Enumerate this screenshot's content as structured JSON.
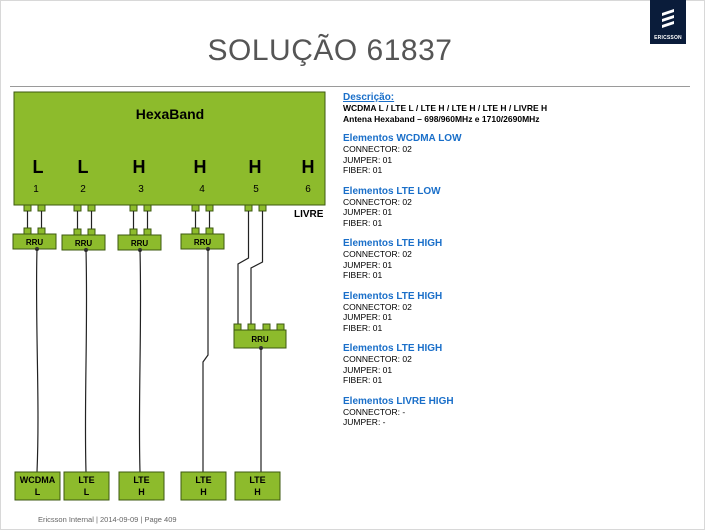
{
  "title": "SOLUÇÃO 61837",
  "logo": {
    "text": "ERICSSON"
  },
  "antenna": {
    "name": "HexaBand",
    "ports": [
      {
        "band": "L",
        "number": "1"
      },
      {
        "band": "L",
        "number": "2"
      },
      {
        "band": "H",
        "number": "3"
      },
      {
        "band": "H",
        "number": "4"
      },
      {
        "band": "H",
        "number": "5"
      },
      {
        "band": "H",
        "number": "6"
      }
    ],
    "free_label": "LIVRE"
  },
  "rru_label": "RRU",
  "bottom_units": [
    {
      "line1": "WCDMA",
      "line2": "L"
    },
    {
      "line1": "LTE",
      "line2": "L"
    },
    {
      "line1": "LTE",
      "line2": "H"
    },
    {
      "line1": "LTE",
      "line2": "H"
    },
    {
      "line1": "LTE",
      "line2": "H"
    }
  ],
  "description": {
    "heading": "Descrição:",
    "lines": [
      "WCDMA L / LTE L / LTE H / LTE H / LTE H / LIVRE H",
      "Antena Hexaband – 698/960MHz  e  1710/2690MHz"
    ]
  },
  "sections": [
    {
      "heading": "Elementos WCDMA LOW",
      "lines": [
        "CONNECTOR: 02",
        "JUMPER: 01",
        "FIBER: 01"
      ]
    },
    {
      "heading": "Elementos LTE LOW",
      "lines": [
        "CONNECTOR: 02",
        "JUMPER: 01",
        "FIBER: 01"
      ]
    },
    {
      "heading": "Elementos LTE HIGH",
      "lines": [
        "CONNECTOR: 02",
        "JUMPER: 01",
        "FIBER: 01"
      ]
    },
    {
      "heading": "Elementos LTE HIGH",
      "lines": [
        "CONNECTOR: 02",
        "JUMPER: 01",
        "FIBER: 01"
      ]
    },
    {
      "heading": "Elementos LTE HIGH",
      "lines": [
        "CONNECTOR: 02",
        "JUMPER: 01",
        "FIBER: 01"
      ]
    },
    {
      "heading": "Elementos LIVRE HIGH",
      "lines": [
        "CONNECTOR: -",
        "JUMPER: -"
      ]
    }
  ],
  "footer": "Ericsson Internal  |  2014-09-09  |  Page 409"
}
